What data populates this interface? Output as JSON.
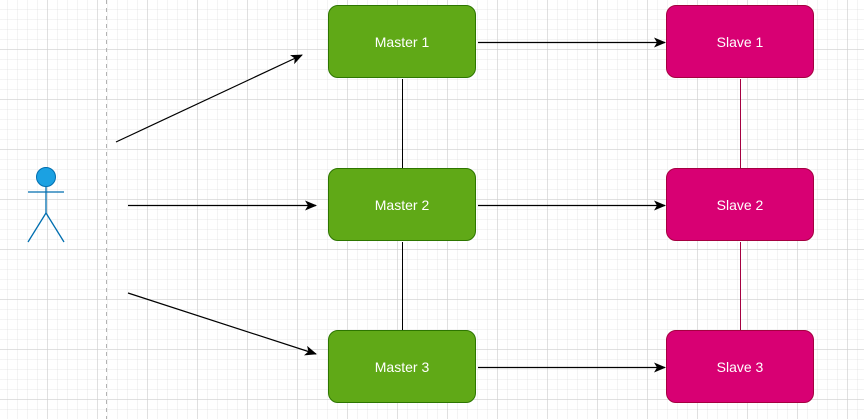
{
  "diagram": {
    "masters": [
      {
        "label": "Master 1"
      },
      {
        "label": "Master 2"
      },
      {
        "label": "Master 3"
      }
    ],
    "slaves": [
      {
        "label": "Slave 1"
      },
      {
        "label": "Slave 2"
      },
      {
        "label": "Slave 3"
      }
    ],
    "actor": {
      "icon": "user-actor-icon"
    }
  },
  "colors": {
    "master_fill": "#60a917",
    "master_border": "#2d7600",
    "slave_fill": "#d80073",
    "slave_border": "#a50040",
    "actor_fill": "#1ba1e2",
    "actor_stroke": "#006eaf",
    "arrow": "#000000",
    "master_link": "#000000",
    "slave_link": "#a50040",
    "divider": "#b3b3b3"
  }
}
